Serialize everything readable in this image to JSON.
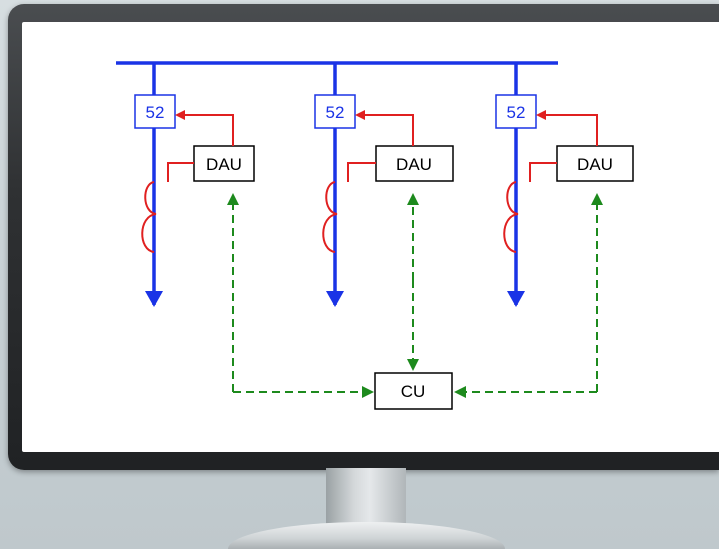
{
  "diagram": {
    "breaker_label": "52",
    "dau_label": "DAU",
    "cu_label": "CU",
    "feeder_count": 3
  },
  "colors": {
    "bus": "#1a33e6",
    "trip_signal": "#e02020",
    "comm_link": "#1d8a1d",
    "box_border": "#000000",
    "breaker_border": "#1a33e6"
  }
}
